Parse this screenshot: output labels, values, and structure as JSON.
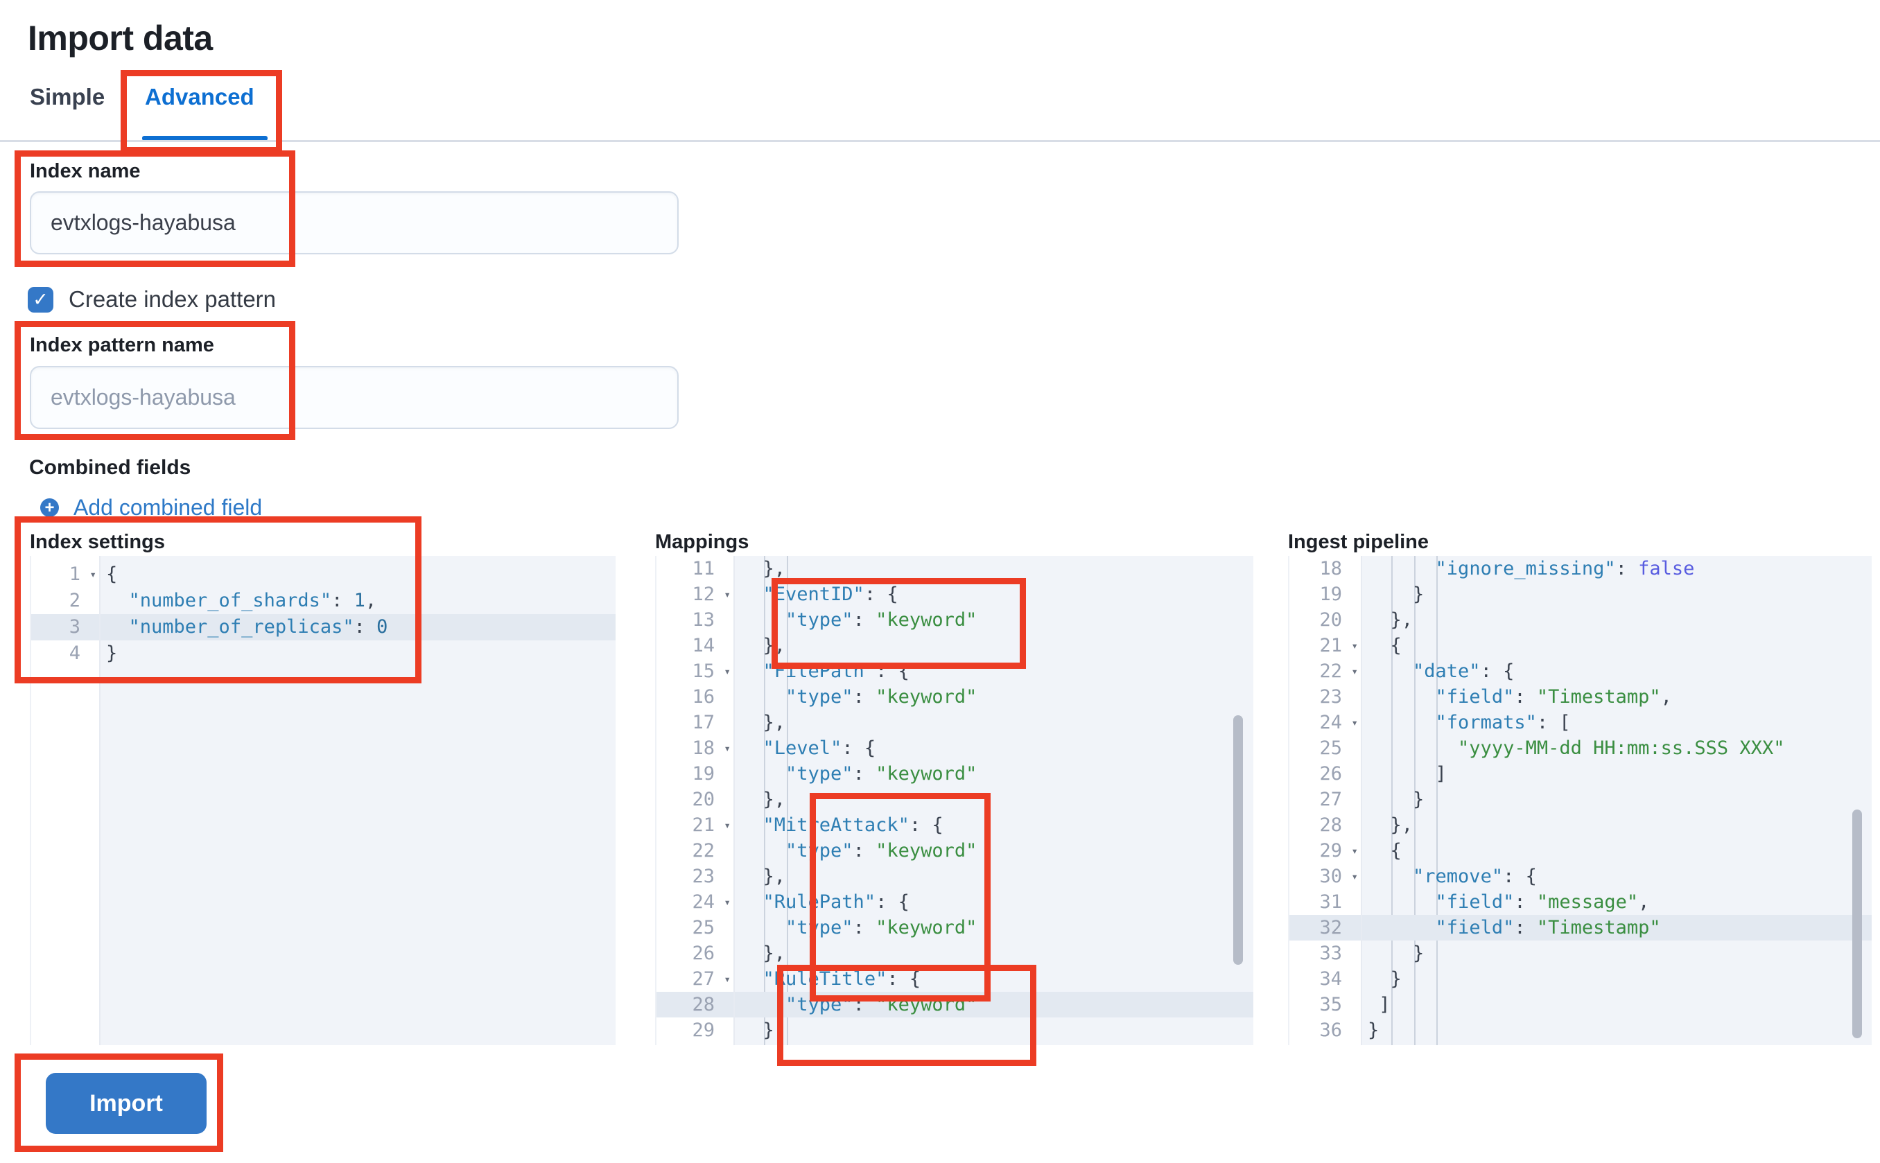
{
  "page": {
    "title": "Import data"
  },
  "tabs": {
    "simple": "Simple",
    "advanced": "Advanced"
  },
  "form": {
    "index_name": {
      "label": "Index name",
      "value": "evtxlogs-hayabusa"
    },
    "create_index_pattern": {
      "label": "Create index pattern",
      "checked": true,
      "check_glyph": "✓"
    },
    "index_pattern_name": {
      "label": "Index pattern name",
      "placeholder": "evtxlogs-hayabusa"
    },
    "combined_fields": {
      "label": "Combined fields",
      "add_link": "Add combined field",
      "plus_glyph": "+"
    }
  },
  "editors": [
    {
      "id": "index-settings",
      "label": "Index settings",
      "guides": 0,
      "lines": [
        {
          "n": 1,
          "text": "{",
          "fold": true
        },
        {
          "n": 2,
          "text": "  \"number_of_shards\": 1,"
        },
        {
          "n": 3,
          "text": "  \"number_of_replicas\": 0",
          "hl": true
        },
        {
          "n": 4,
          "text": "}"
        }
      ]
    },
    {
      "id": "mappings",
      "label": "Mappings",
      "guides": 2,
      "lines": [
        {
          "n": 11,
          "text": "  },"
        },
        {
          "n": 12,
          "text": "  \"EventID\": {",
          "fold": true
        },
        {
          "n": 13,
          "text": "    \"type\": \"keyword\""
        },
        {
          "n": 14,
          "text": "  },"
        },
        {
          "n": 15,
          "text": "  \"FilePath\": {",
          "fold": true
        },
        {
          "n": 16,
          "text": "    \"type\": \"keyword\""
        },
        {
          "n": 17,
          "text": "  },"
        },
        {
          "n": 18,
          "text": "  \"Level\": {",
          "fold": true
        },
        {
          "n": 19,
          "text": "    \"type\": \"keyword\""
        },
        {
          "n": 20,
          "text": "  },"
        },
        {
          "n": 21,
          "text": "  \"MitreAttack\": {",
          "fold": true
        },
        {
          "n": 22,
          "text": "    \"type\": \"keyword\""
        },
        {
          "n": 23,
          "text": "  },"
        },
        {
          "n": 24,
          "text": "  \"RulePath\": {",
          "fold": true
        },
        {
          "n": 25,
          "text": "    \"type\": \"keyword\""
        },
        {
          "n": 26,
          "text": "  },"
        },
        {
          "n": 27,
          "text": "  \"RuleTitle\": {",
          "fold": true
        },
        {
          "n": 28,
          "text": "    \"type\": \"keyword\"",
          "hl": true
        },
        {
          "n": 29,
          "text": "  },"
        }
      ]
    },
    {
      "id": "ingest-pipeline",
      "label": "Ingest pipeline",
      "guides": 3,
      "lines": [
        {
          "n": 18,
          "text": "      \"ignore_missing\": false"
        },
        {
          "n": 19,
          "text": "    }"
        },
        {
          "n": 20,
          "text": "  },"
        },
        {
          "n": 21,
          "text": "  {",
          "fold": true
        },
        {
          "n": 22,
          "text": "    \"date\": {",
          "fold": true
        },
        {
          "n": 23,
          "text": "      \"field\": \"Timestamp\","
        },
        {
          "n": 24,
          "text": "      \"formats\": [",
          "fold": true
        },
        {
          "n": 25,
          "text": "        \"yyyy-MM-dd HH:mm:ss.SSS XXX\""
        },
        {
          "n": 26,
          "text": "      ]"
        },
        {
          "n": 27,
          "text": "    }"
        },
        {
          "n": 28,
          "text": "  },"
        },
        {
          "n": 29,
          "text": "  {",
          "fold": true
        },
        {
          "n": 30,
          "text": "    \"remove\": {",
          "fold": true
        },
        {
          "n": 31,
          "text": "      \"field\": \"message\","
        },
        {
          "n": 32,
          "text": "      \"field\": \"Timestamp\"",
          "hl": true
        },
        {
          "n": 33,
          "text": "    }"
        },
        {
          "n": 34,
          "text": "  }"
        },
        {
          "n": 35,
          "text": " ]"
        },
        {
          "n": 36,
          "text": "}"
        }
      ]
    }
  ],
  "actions": {
    "import_label": "Import"
  },
  "colors": {
    "accent_blue": "#3478c7",
    "link_blue": "#2e79c7",
    "tab_blue": "#0d6fd2",
    "annotation_red": "#ec3c24",
    "editor_bg": "#f1f4f9",
    "editor_highlight": "#e3e9f1",
    "code_key": "#2e7eb3",
    "code_string": "#3a8e41",
    "code_number": "#2a6f9e",
    "code_boolean": "#585ce0",
    "code_punct": "#3b4350",
    "gutter_number": "#9aa2b2",
    "divider": "#d8dde6",
    "input_border": "#d3dce8",
    "placeholder": "#8e99ab",
    "text_dark": "#1c2027"
  }
}
